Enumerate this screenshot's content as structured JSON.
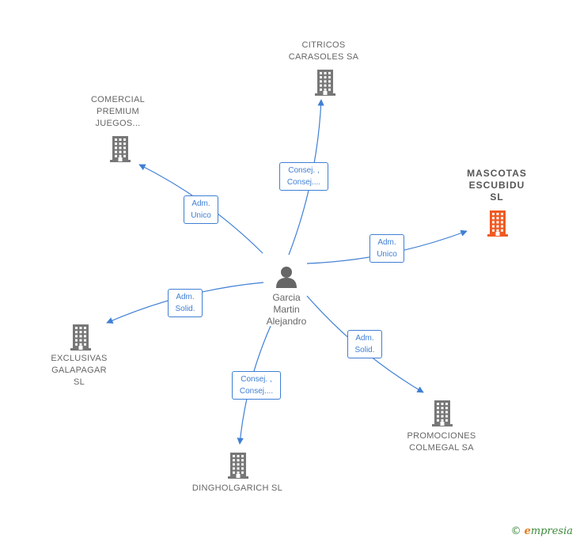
{
  "colors": {
    "company": "#777777",
    "highlight": "#f05a22",
    "edge": "#3f7fd4",
    "person": "#666666"
  },
  "center": {
    "name_lines": [
      "Garcia",
      "Martin",
      "Alejandro"
    ],
    "icon": "person-icon"
  },
  "companies": [
    {
      "id": "citricos",
      "lines": [
        "CITRICOS",
        "CARASOLES SA"
      ],
      "icon": "building-icon",
      "highlight": false
    },
    {
      "id": "comercial",
      "lines": [
        "COMERCIAL",
        "PREMIUM",
        "JUEGOS..."
      ],
      "icon": "building-icon",
      "highlight": false
    },
    {
      "id": "mascotas",
      "lines": [
        "MASCOTAS",
        "ESCUBIDU",
        "SL"
      ],
      "icon": "building-icon",
      "highlight": true
    },
    {
      "id": "exclusivas",
      "lines": [
        "EXCLUSIVAS",
        "GALAPAGAR",
        "SL"
      ],
      "icon": "building-icon",
      "highlight": false
    },
    {
      "id": "promociones",
      "lines": [
        "PROMOCIONES",
        "COLMEGAL SA"
      ],
      "icon": "building-icon",
      "highlight": false
    },
    {
      "id": "dingholgarich",
      "lines": [
        "DINGHOLGARICH SL"
      ],
      "icon": "building-icon",
      "highlight": false
    }
  ],
  "relations": [
    {
      "target": "citricos",
      "lines": [
        "Consej. ,",
        "Consej...."
      ]
    },
    {
      "target": "comercial",
      "lines": [
        "Adm.",
        "Unico"
      ]
    },
    {
      "target": "mascotas",
      "lines": [
        "Adm.",
        "Unico"
      ]
    },
    {
      "target": "exclusivas",
      "lines": [
        "Adm.",
        "Solid."
      ]
    },
    {
      "target": "promociones",
      "lines": [
        "Adm.",
        "Solid."
      ]
    },
    {
      "target": "dingholgarich",
      "lines": [
        "Consej. ,",
        "Consej...."
      ]
    }
  ],
  "footer": {
    "copyright": "©",
    "brand_initial": "e",
    "brand_rest": "mpresia"
  }
}
